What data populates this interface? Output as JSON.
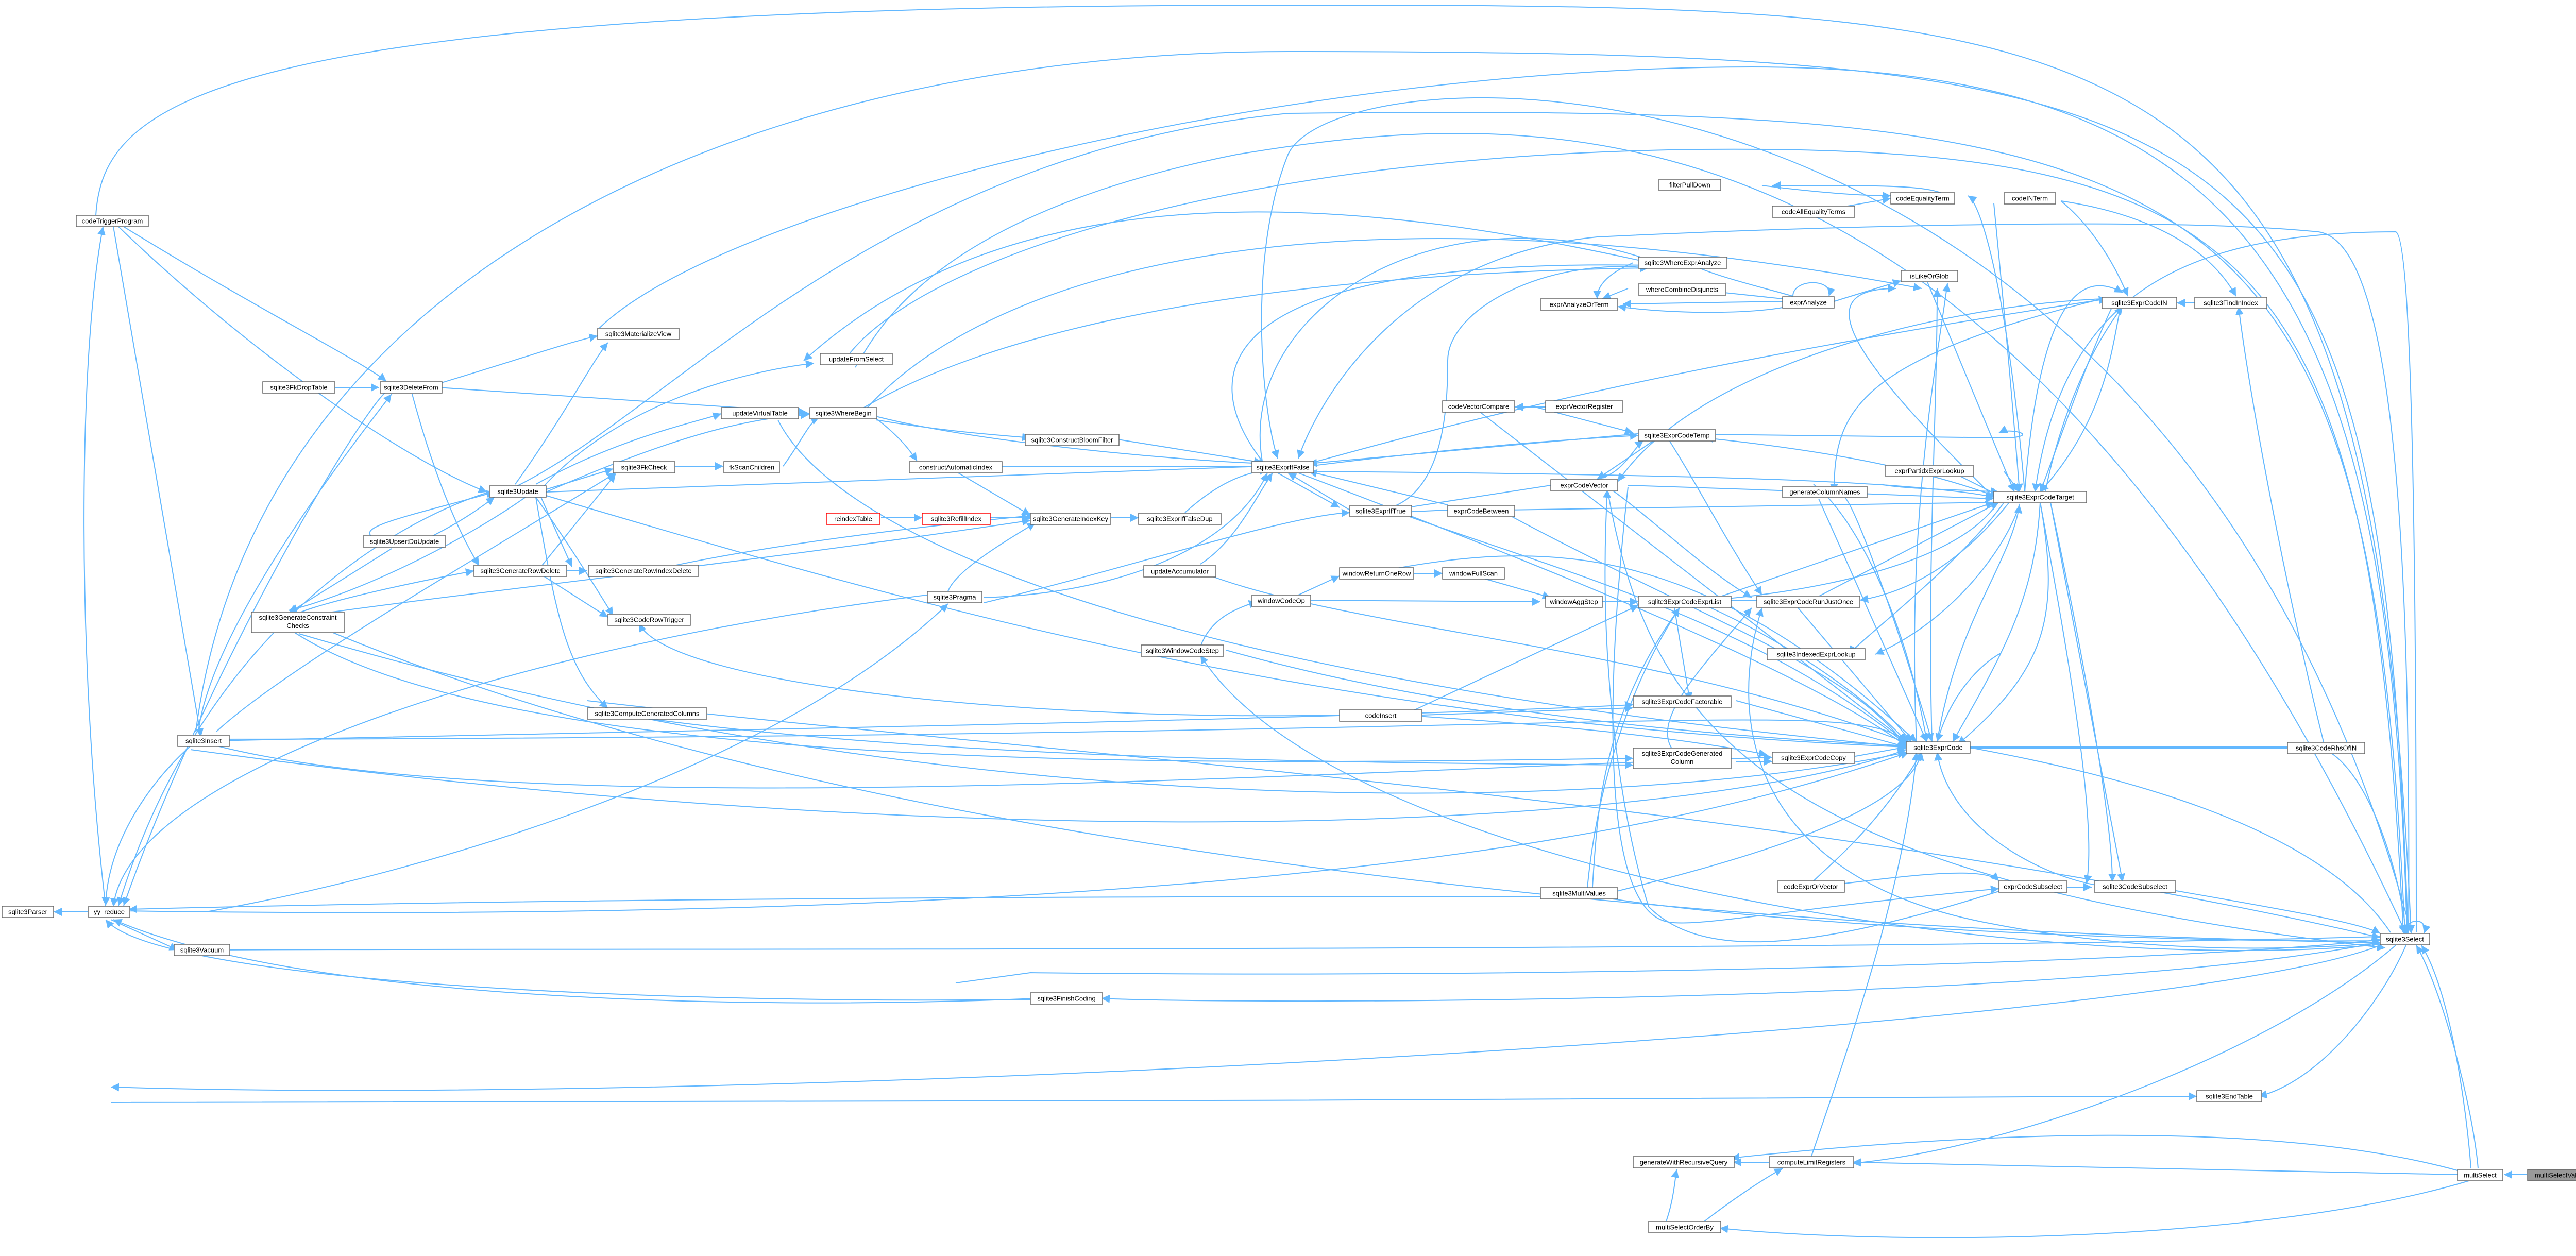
{
  "colors": {
    "edge": "#63b8ff",
    "node_border": "#666666",
    "red_border": "#ff0000",
    "current_fill": "#999999"
  },
  "nodes": {
    "multiSelectValues": {
      "label": "multiSelectValues"
    },
    "multiSelect": {
      "label": "multiSelect"
    },
    "sqlite3Select": {
      "label": "sqlite3Select"
    },
    "sqlite3Parser": {
      "label": "sqlite3Parser"
    },
    "yy_reduce": {
      "label": "yy_reduce"
    },
    "codeTriggerProgram": {
      "label": "codeTriggerProgram"
    },
    "sqlite3FkDropTable": {
      "label": "sqlite3FkDropTable"
    },
    "sqlite3DeleteFrom": {
      "label": "sqlite3DeleteFrom"
    },
    "sqlite3MaterializeView": {
      "label": "sqlite3MaterializeView"
    },
    "sqlite3Update": {
      "label": "sqlite3Update"
    },
    "sqlite3UpsertDoUpdate": {
      "label": "sqlite3UpsertDoUpdate"
    },
    "sqlite3GenerateRowDelete": {
      "label": "sqlite3GenerateRowDelete"
    },
    "sqlite3GenerateConstraintChecks": {
      "label1": "sqlite3GenerateConstraint",
      "label2": "Checks"
    },
    "sqlite3Insert": {
      "label": "sqlite3Insert"
    },
    "sqlite3Vacuum": {
      "label": "sqlite3Vacuum"
    },
    "sqlite3FkCheck": {
      "label": "sqlite3FkCheck"
    },
    "fkScanChildren": {
      "label": "fkScanChildren"
    },
    "updateVirtualTable": {
      "label": "updateVirtualTable"
    },
    "updateFromSelect": {
      "label": "updateFromSelect"
    },
    "sqlite3WhereBegin": {
      "label": "sqlite3WhereBegin"
    },
    "sqlite3GenerateRowIndexDelete": {
      "label": "sqlite3GenerateRowIndexDelete"
    },
    "sqlite3CodeRowTrigger": {
      "label": "sqlite3CodeRowTrigger"
    },
    "sqlite3ComputeGeneratedColumns": {
      "label": "sqlite3ComputeGeneratedColumns"
    },
    "reindexTable": {
      "label": "reindexTable"
    },
    "sqlite3RefillIndex": {
      "label": "sqlite3RefillIndex"
    },
    "sqlite3GenerateIndexKey": {
      "label": "sqlite3GenerateIndexKey"
    },
    "constructAutomaticIndex": {
      "label": "constructAutomaticIndex"
    },
    "sqlite3ConstructBloomFilter": {
      "label": "sqlite3ConstructBloomFilter"
    },
    "sqlite3Pragma": {
      "label": "sqlite3Pragma"
    },
    "sqlite3ExprIfFalseDup": {
      "label": "sqlite3ExprIfFalseDup"
    },
    "updateAccumulator": {
      "label": "updateAccumulator"
    },
    "sqlite3WindowCodeStep": {
      "label": "sqlite3WindowCodeStep"
    },
    "windowCodeOp": {
      "label": "windowCodeOp"
    },
    "windowReturnOneRow": {
      "label": "windowReturnOneRow"
    },
    "windowFullScan": {
      "label": "windowFullScan"
    },
    "windowAggStep": {
      "label": "windowAggStep"
    },
    "codeInsert": {
      "label": "codeInsert"
    },
    "sqlite3FinishCoding": {
      "label": "sqlite3FinishCoding"
    },
    "codeVectorCompare": {
      "label": "codeVectorCompare"
    },
    "exprVectorRegister": {
      "label": "exprVectorRegister"
    },
    "sqlite3ExprCodeTemp": {
      "label": "sqlite3ExprCodeTemp"
    },
    "exprCodeVector": {
      "label": "exprCodeVector"
    },
    "exprCodeBetween": {
      "label": "exprCodeBetween"
    },
    "sqlite3ExprIfTrue": {
      "label": "sqlite3ExprIfTrue"
    },
    "sqlite3ExprIfFalse": {
      "label": "sqlite3ExprIfFalse"
    },
    "sqlite3ExprCodeExprList": {
      "label": "sqlite3ExprCodeExprList"
    },
    "sqlite3ExprCodeRunJustOnce": {
      "label": "sqlite3ExprCodeRunJustOnce"
    },
    "sqlite3ExprCodeFactorable": {
      "label": "sqlite3ExprCodeFactorable"
    },
    "sqlite3ExprCodeGeneratedColumn": {
      "label1": "sqlite3ExprCodeGenerated",
      "label2": "Column"
    },
    "sqlite3ExprCodeCopy": {
      "label": "sqlite3ExprCodeCopy"
    },
    "sqlite3ExprCode": {
      "label": "sqlite3ExprCode"
    },
    "sqlite3ExprCodeTarget": {
      "label": "sqlite3ExprCodeTarget"
    },
    "generateColumnNames": {
      "label": "generateColumnNames"
    },
    "exprPartidxExprLookup": {
      "label": "exprPartidxExprLookup"
    },
    "sqlite3IndexedExprLookup": {
      "label": "sqlite3IndexedExprLookup"
    },
    "sqlite3MultiValues": {
      "label": "sqlite3MultiValues"
    },
    "codeExprOrVector": {
      "label": "codeExprOrVector"
    },
    "exprCodeSubselect": {
      "label": "exprCodeSubselect"
    },
    "sqlite3CodeSubselect": {
      "label": "sqlite3CodeSubselect"
    },
    "sqlite3EndTable": {
      "label": "sqlite3EndTable"
    },
    "generateWithRecursiveQuery": {
      "label": "generateWithRecursiveQuery"
    },
    "computeLimitRegisters": {
      "label": "computeLimitRegisters"
    },
    "multiSelectOrderBy": {
      "label": "multiSelectOrderBy"
    },
    "sqlite3CodeRhsOfIN": {
      "label": "sqlite3CodeRhsOfIN"
    },
    "sqlite3FindInIndex": {
      "label": "sqlite3FindInIndex"
    },
    "sqlite3ExprCodeIN": {
      "label": "sqlite3ExprCodeIN"
    },
    "codeINTerm": {
      "label": "codeINTerm"
    },
    "codeEqualityTerm": {
      "label": "codeEqualityTerm"
    },
    "codeAllEqualityTerms": {
      "label": "codeAllEqualityTerms"
    },
    "filterPullDown": {
      "label": "filterPullDown"
    },
    "sqlite3WhereExprAnalyze": {
      "label": "sqlite3WhereExprAnalyze"
    },
    "whereCombineDisjuncts": {
      "label": "whereCombineDisjuncts"
    },
    "exprAnalyzeOrTerm": {
      "label": "exprAnalyzeOrTerm"
    },
    "exprAnalyze": {
      "label": "exprAnalyze"
    },
    "isLikeOrGlob": {
      "label": "isLikeOrGlob"
    }
  }
}
